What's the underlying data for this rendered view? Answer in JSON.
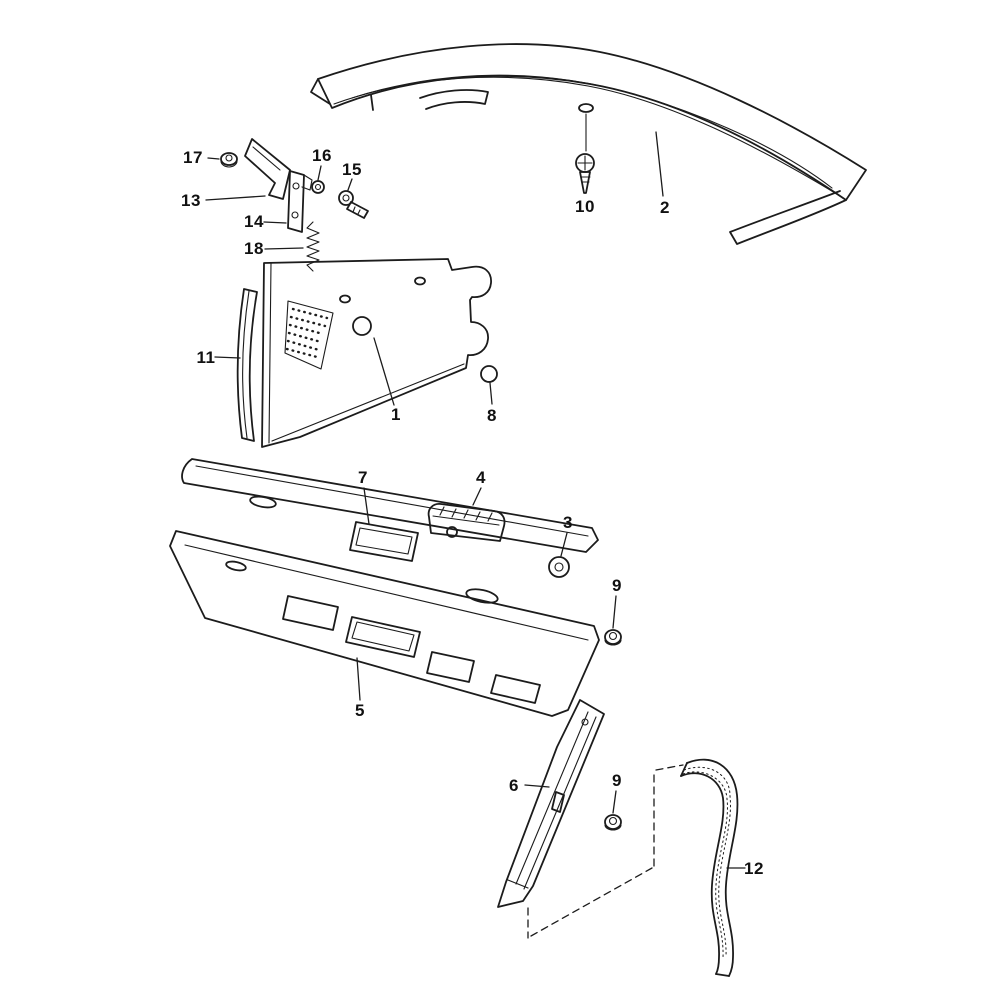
{
  "diagram": {
    "type": "exploded-parts-diagram",
    "background_color": "#ffffff",
    "line_color": "#1c1c1c",
    "callouts": [
      {
        "id": "callout-1",
        "label": "1"
      },
      {
        "id": "callout-2",
        "label": "2"
      },
      {
        "id": "callout-3",
        "label": "3"
      },
      {
        "id": "callout-4",
        "label": "4"
      },
      {
        "id": "callout-5",
        "label": "5"
      },
      {
        "id": "callout-6",
        "label": "6"
      },
      {
        "id": "callout-7",
        "label": "7"
      },
      {
        "id": "callout-8",
        "label": "8"
      },
      {
        "id": "callout-9-upper",
        "label": "9"
      },
      {
        "id": "callout-9-lower",
        "label": "9"
      },
      {
        "id": "callout-10",
        "label": "10"
      },
      {
        "id": "callout-11",
        "label": "11"
      },
      {
        "id": "callout-12",
        "label": "12"
      },
      {
        "id": "callout-13",
        "label": "13"
      },
      {
        "id": "callout-14",
        "label": "14"
      },
      {
        "id": "callout-15",
        "label": "15"
      },
      {
        "id": "callout-16",
        "label": "16"
      },
      {
        "id": "callout-17",
        "label": "17"
      },
      {
        "id": "callout-18",
        "label": "18"
      }
    ]
  }
}
